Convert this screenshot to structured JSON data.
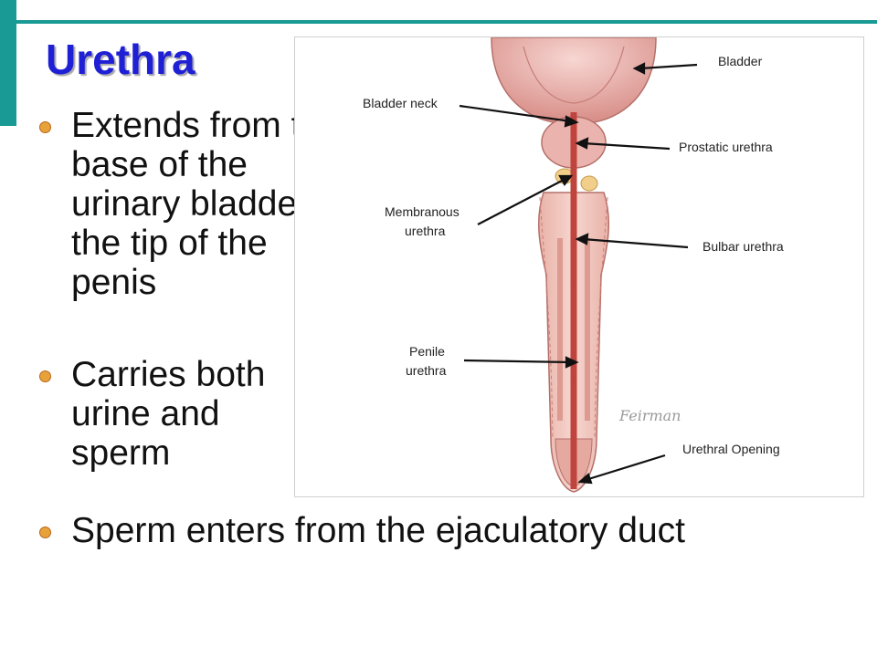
{
  "slide": {
    "title": "Urethra",
    "bullets": [
      "Extends from the base of the urinary bladder to the tip of the penis",
      "Carries both urine and sperm",
      "Sperm enters from the ejaculatory duct"
    ],
    "bullet_icon": "orange-dot-icon",
    "colors": {
      "title": "#1f1fd6",
      "accent": "#1a9a94",
      "bullet": "#e8a23a"
    }
  },
  "figure": {
    "labels": {
      "bladder": "Bladder",
      "bladder_neck": "Bladder neck",
      "prostatic_urethra": "Prostatic urethra",
      "membranous_1": "Membranous",
      "membranous_2": "urethra",
      "bulbar_urethra": "Bulbar urethra",
      "penile_1": "Penile",
      "penile_2": "urethra",
      "urethral_opening": "Urethral Opening"
    }
  }
}
